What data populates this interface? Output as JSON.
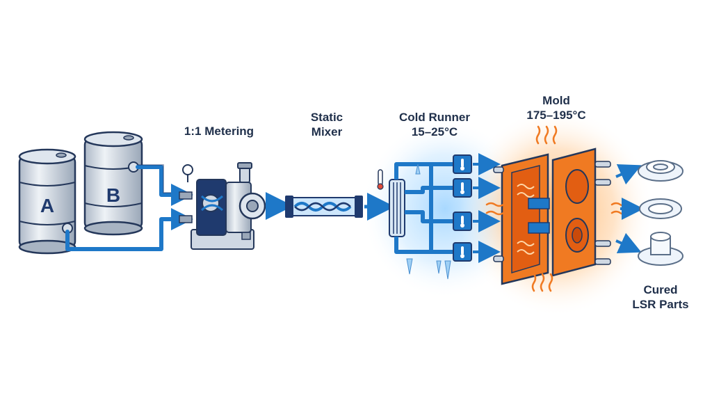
{
  "labels": {
    "metering": "1:1 Metering",
    "static_mixer": [
      "Static",
      "Mixer"
    ],
    "cold_runner": [
      "Cold Runner",
      "15–25°C"
    ],
    "mold": [
      "Mold",
      "175–195°C"
    ],
    "parts": [
      "Cured",
      "LSR Parts"
    ]
  },
  "drums": {
    "a": "A",
    "b": "B"
  },
  "colors": {
    "pipe": "#1e78c8",
    "navy": "#1f3a6e",
    "steel": "#c9d3df",
    "mold_orange": "#f07a22",
    "cold_glow": "#bfe3ff",
    "hot_glow": "#ffc58a"
  },
  "icons": [
    "thermometer-icon",
    "heat-wave-icon",
    "flow-arrow-icon"
  ]
}
